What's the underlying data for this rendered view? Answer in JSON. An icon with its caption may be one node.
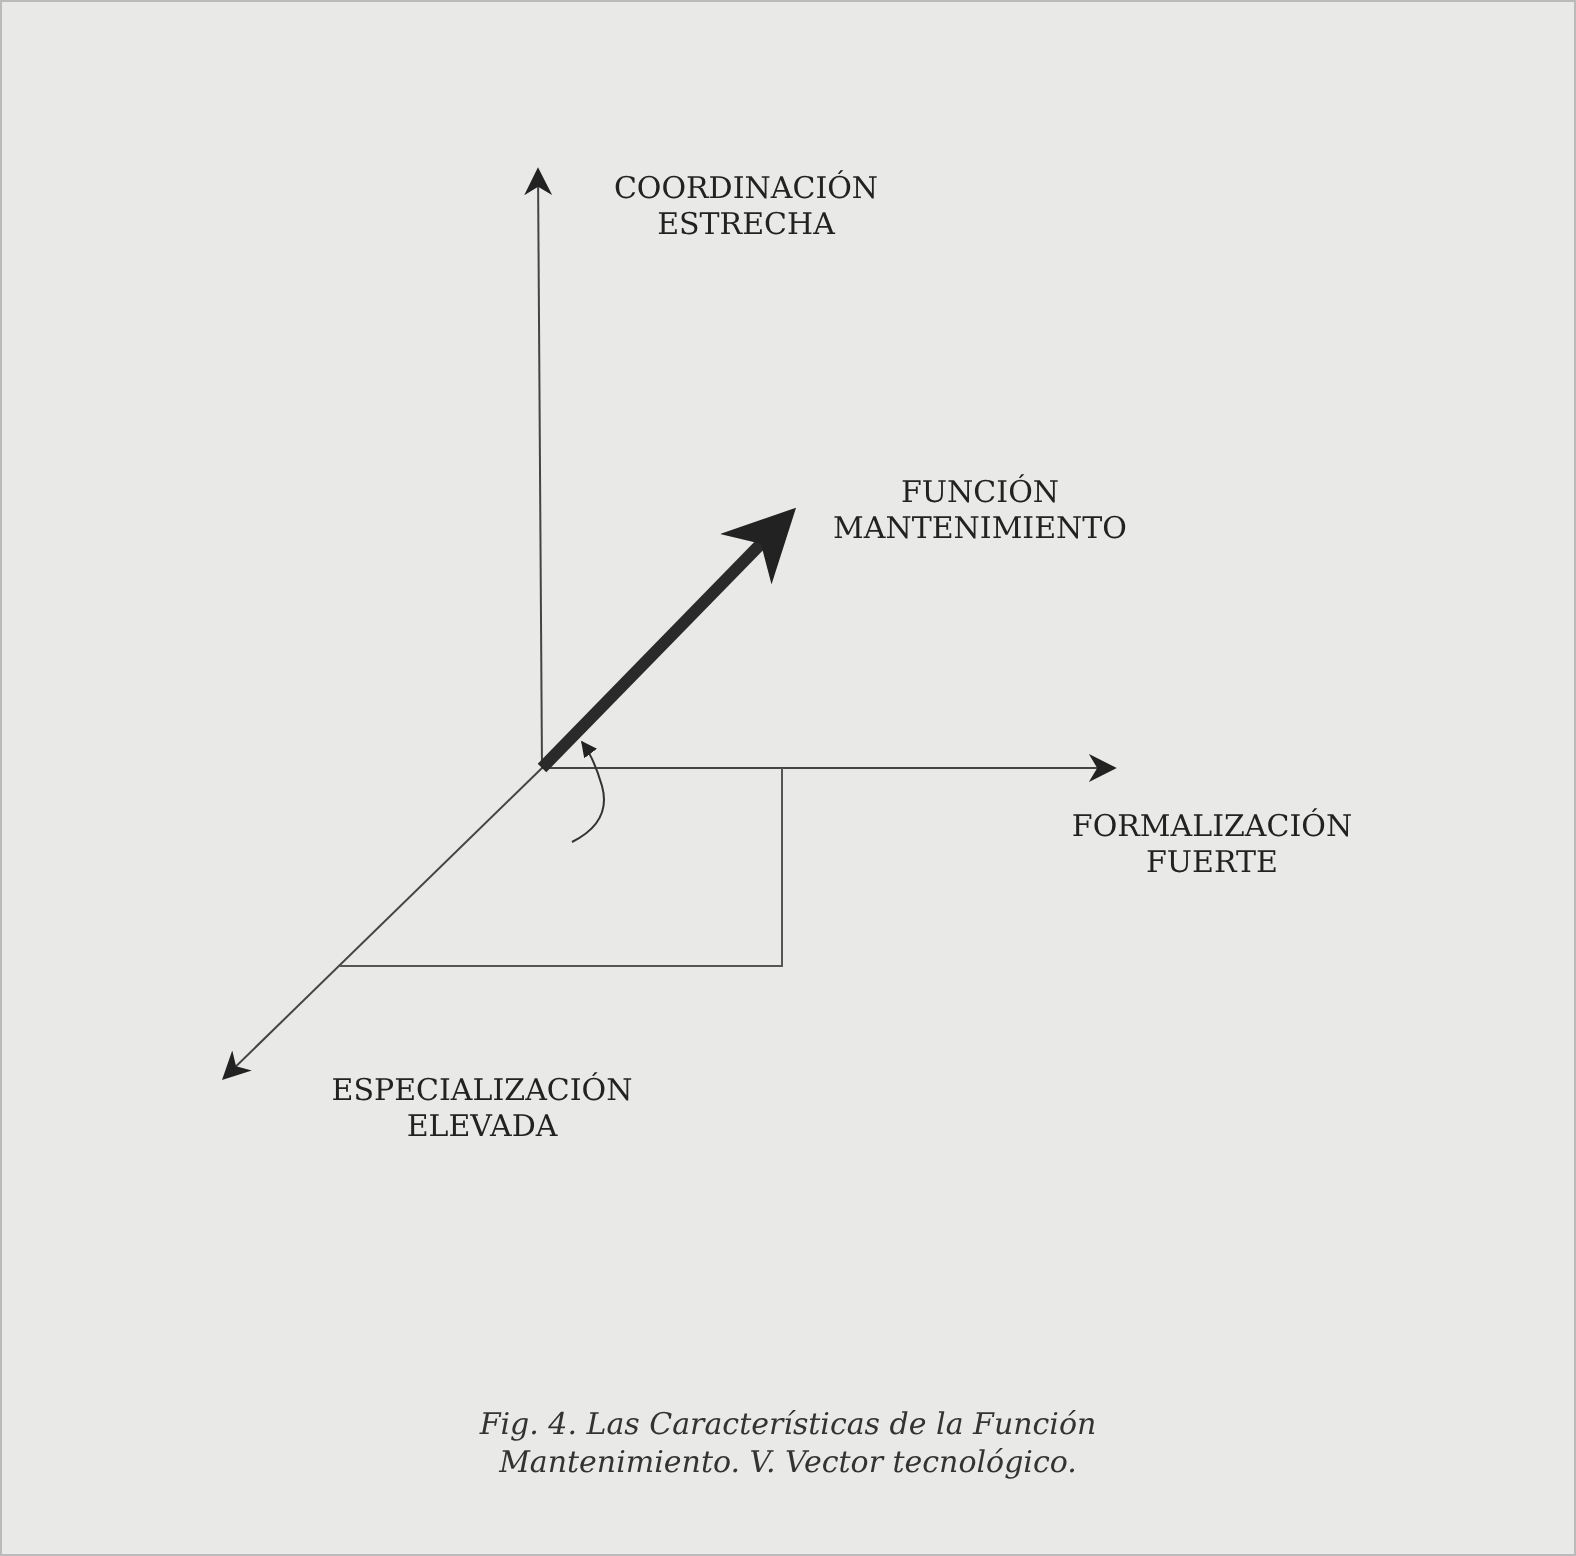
{
  "diagram": {
    "caption": "Fig. 4. Las Características de la Función Mantenimiento. V. Vector tecnológico.",
    "labels": [
      "COORDINACIÓN ESTRECHA",
      "FUNCIÓN MANTENIMIENTO",
      "FORMALIZACIÓN FUERTE",
      "ESPECIALIZACIÓN ELEVADA"
    ]
  }
}
